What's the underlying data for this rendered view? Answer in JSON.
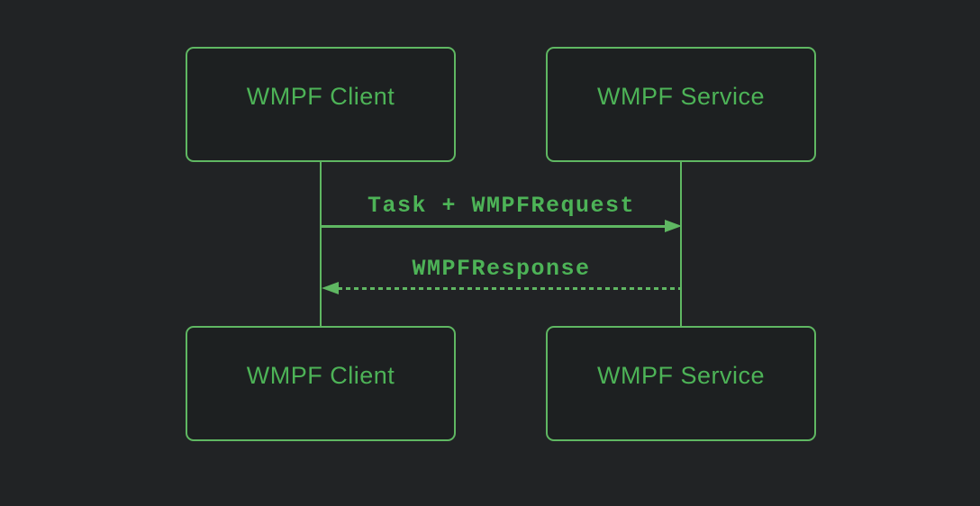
{
  "diagram": {
    "type": "sequence-diagram",
    "background_color": "#212325",
    "accent_color": "#5fb762",
    "text_color": "#4db357",
    "participants": [
      {
        "id": "client",
        "label": "WMPF Client"
      },
      {
        "id": "service",
        "label": "WMPF Service"
      }
    ],
    "messages": [
      {
        "from": "client",
        "to": "service",
        "label": "Task + WMPFRequest",
        "line_style": "solid"
      },
      {
        "from": "service",
        "to": "client",
        "label": "WMPFResponse",
        "line_style": "dashed"
      }
    ]
  }
}
